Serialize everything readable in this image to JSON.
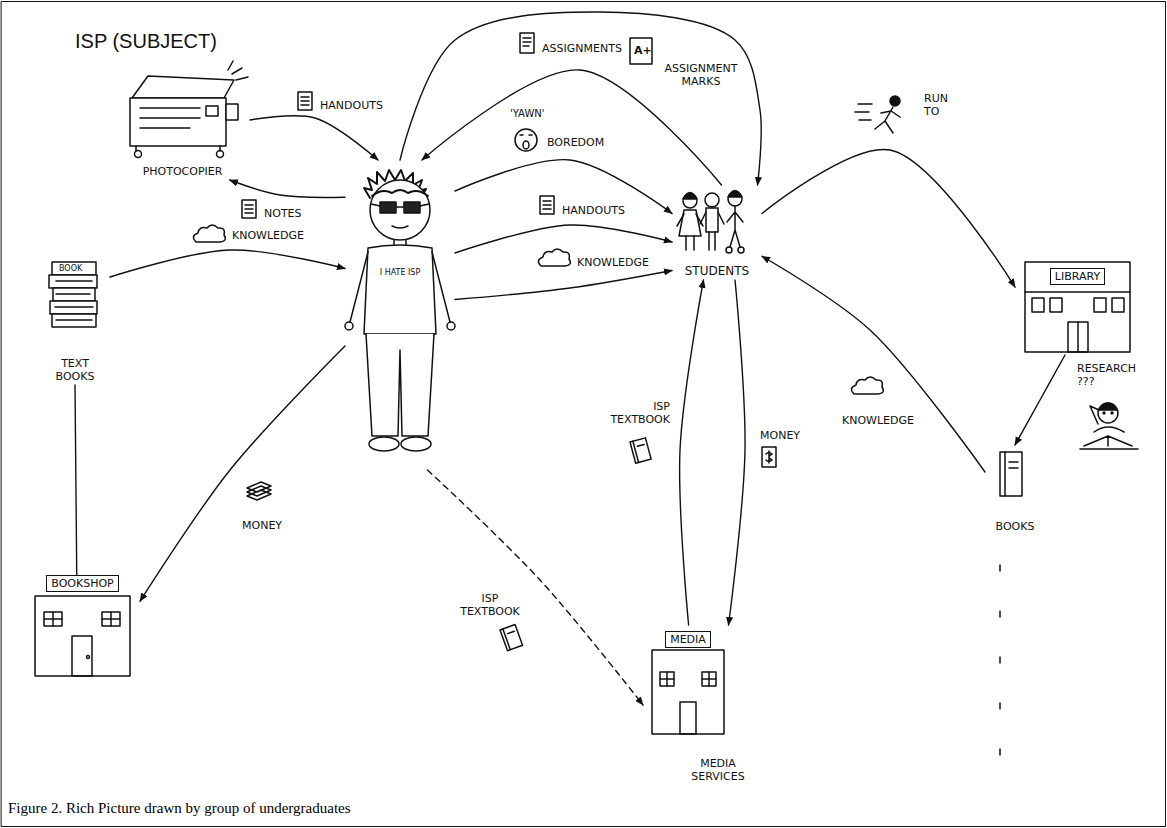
{
  "diagram": {
    "title": "ISP (SUBJECT)",
    "caption": "Figure 2. Rich Picture drawn by group of undergraduates",
    "nodes": [
      {
        "text": [
          "PHOTOCOPIER"
        ]
      },
      {
        "text": [
          "TEXT BOOKS"
        ]
      },
      {
        "text": [
          "BOOKSHOP"
        ]
      },
      {
        "text": [
          "I HATE ISP"
        ]
      },
      {
        "text": [
          "STUDENTS"
        ]
      },
      {
        "text": [
          "MEDIA",
          "MEDIA SERVICES"
        ]
      },
      {
        "text": [
          "LIBRARY"
        ]
      },
      {
        "text": [
          "BOOKS"
        ]
      }
    ],
    "edges": [
      {
        "from": 0,
        "to": 3,
        "label": "HANDOUTS",
        "arrow": "to"
      },
      {
        "from": 3,
        "to": 0,
        "label": "NOTES",
        "arrow": "to"
      },
      {
        "from": 1,
        "to": 3,
        "label": "KNOWLEDGE",
        "arrow": "to"
      },
      {
        "from": 1,
        "to": 2,
        "arrow": "none"
      },
      {
        "from": 3,
        "to": 2,
        "label": "MONEY",
        "arrow": "to"
      },
      {
        "from": 3,
        "to": 5,
        "label": "ISP TEXTBOOK",
        "arrow": "to"
      },
      {
        "from": 4,
        "to": 3,
        "label": "ASSIGNMENTS",
        "arrow": "to"
      },
      {
        "from": 3,
        "to": 4,
        "label": "ASSIGNMENT MARKS",
        "arrow": "to"
      },
      {
        "from": 3,
        "to": 4,
        "label": "BOREDOM",
        "arrow": "to"
      },
      {
        "from": 3,
        "to": 4,
        "label": "HANDOUTS",
        "arrow": "to"
      },
      {
        "from": 3,
        "to": 4,
        "label": "KNOWLEDGE",
        "arrow": "to"
      },
      {
        "from": 5,
        "to": 4,
        "label": "ISP TEXTBOOK",
        "arrow": "to"
      },
      {
        "from": 4,
        "to": 5,
        "label": "MONEY",
        "arrow": "to"
      },
      {
        "from": 4,
        "to": 6,
        "label": "RUN TO",
        "arrow": "to"
      },
      {
        "from": 6,
        "to": 7,
        "label": "RESEARCH ???",
        "arrow": "to"
      },
      {
        "from": 7,
        "to": 4,
        "label": "KNOWLEDGE",
        "arrow": "to"
      }
    ],
    "labels": [
      "'YAWN'",
      "A+",
      "BOOK"
    ]
  }
}
